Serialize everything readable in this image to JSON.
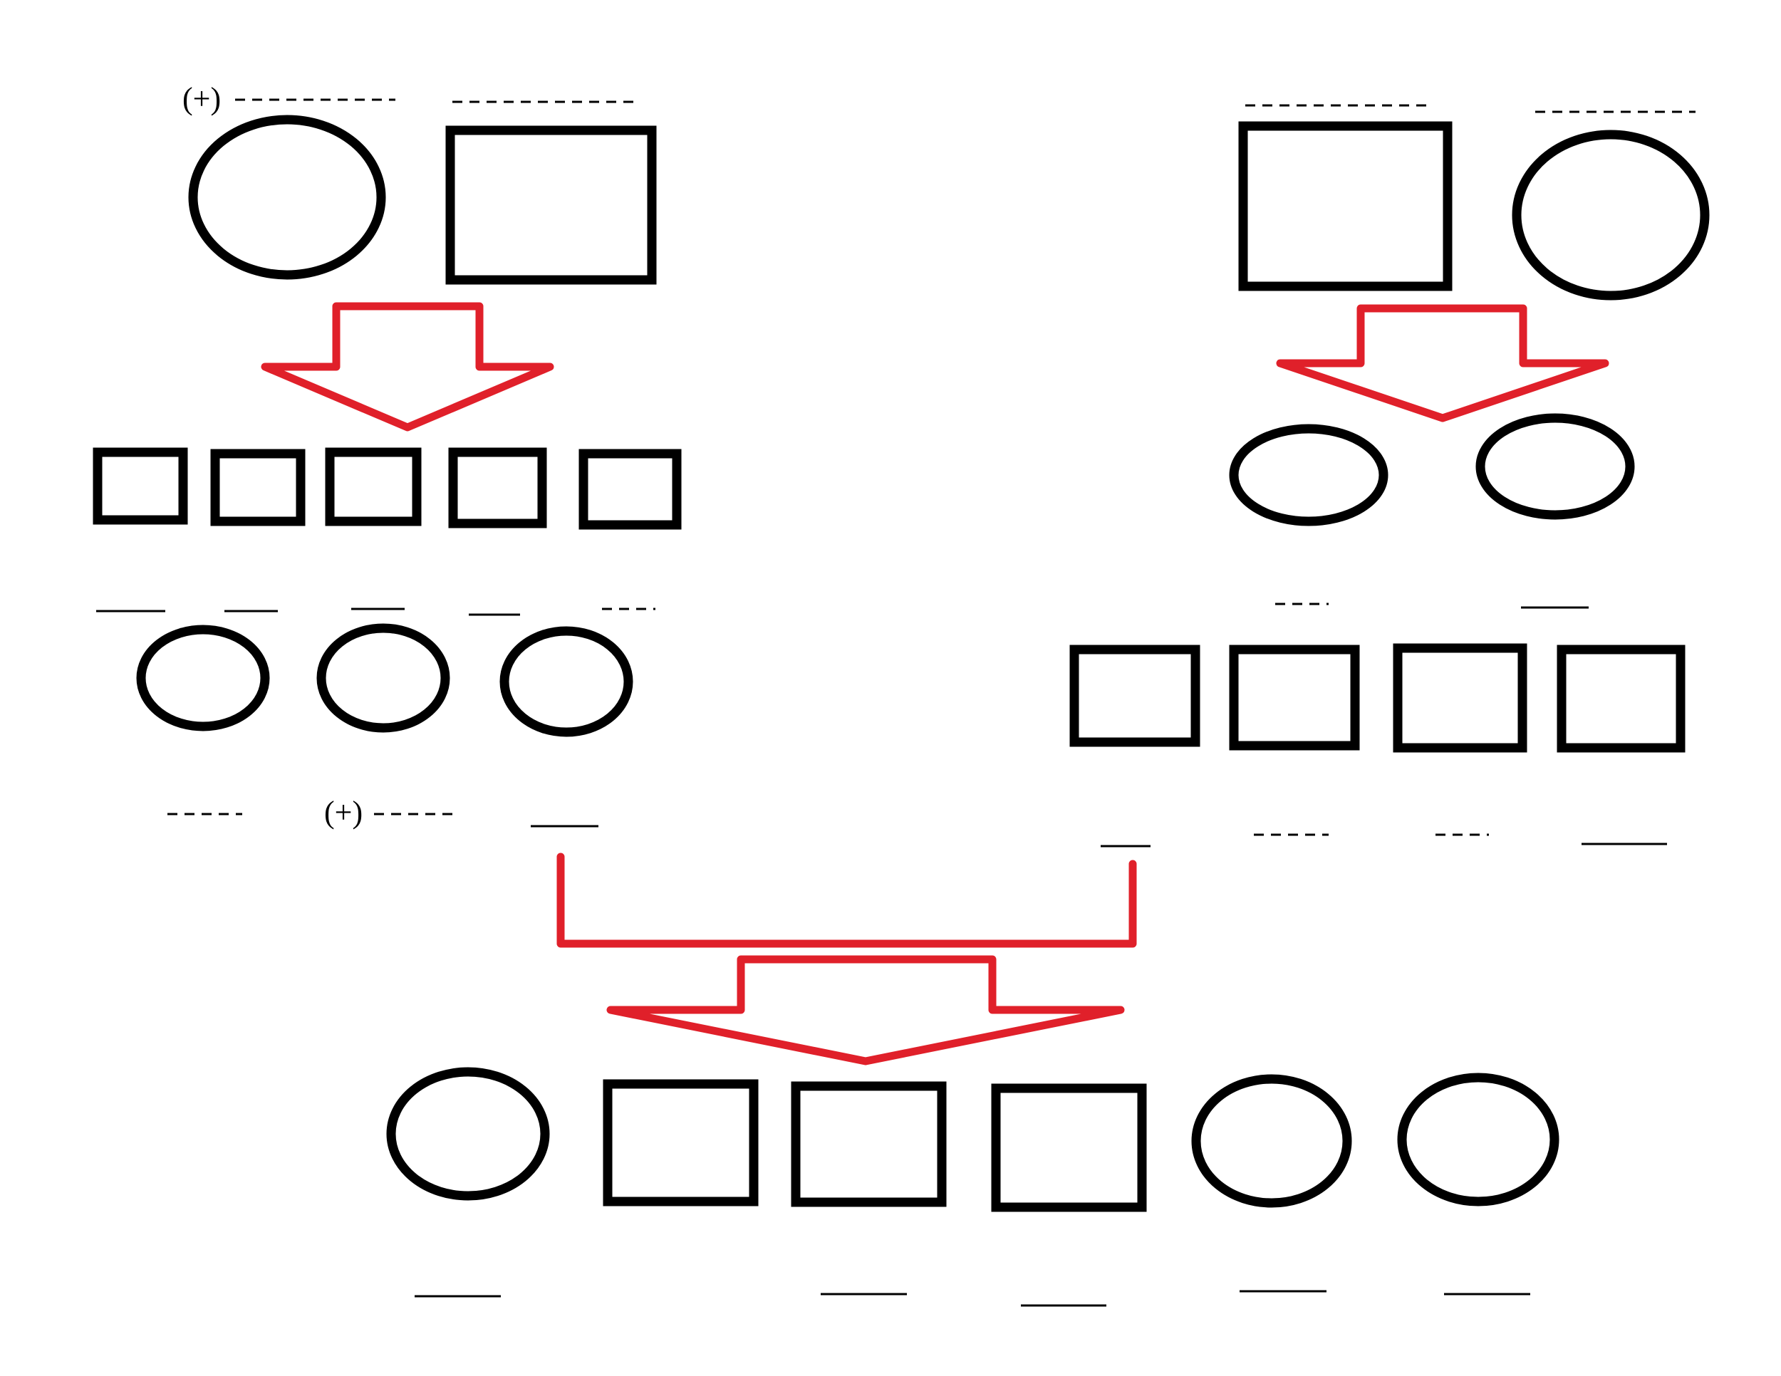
{
  "colors": {
    "shape_stroke": "#000000",
    "arrow": "#e0202a",
    "blank": "#000000"
  },
  "labels": {
    "plus_top": "(+)",
    "plus_bottom": "(+)"
  },
  "legend": {
    "circle_shape": "circle",
    "square_shape": "square",
    "arrow_shape": "red-block-arrow"
  }
}
